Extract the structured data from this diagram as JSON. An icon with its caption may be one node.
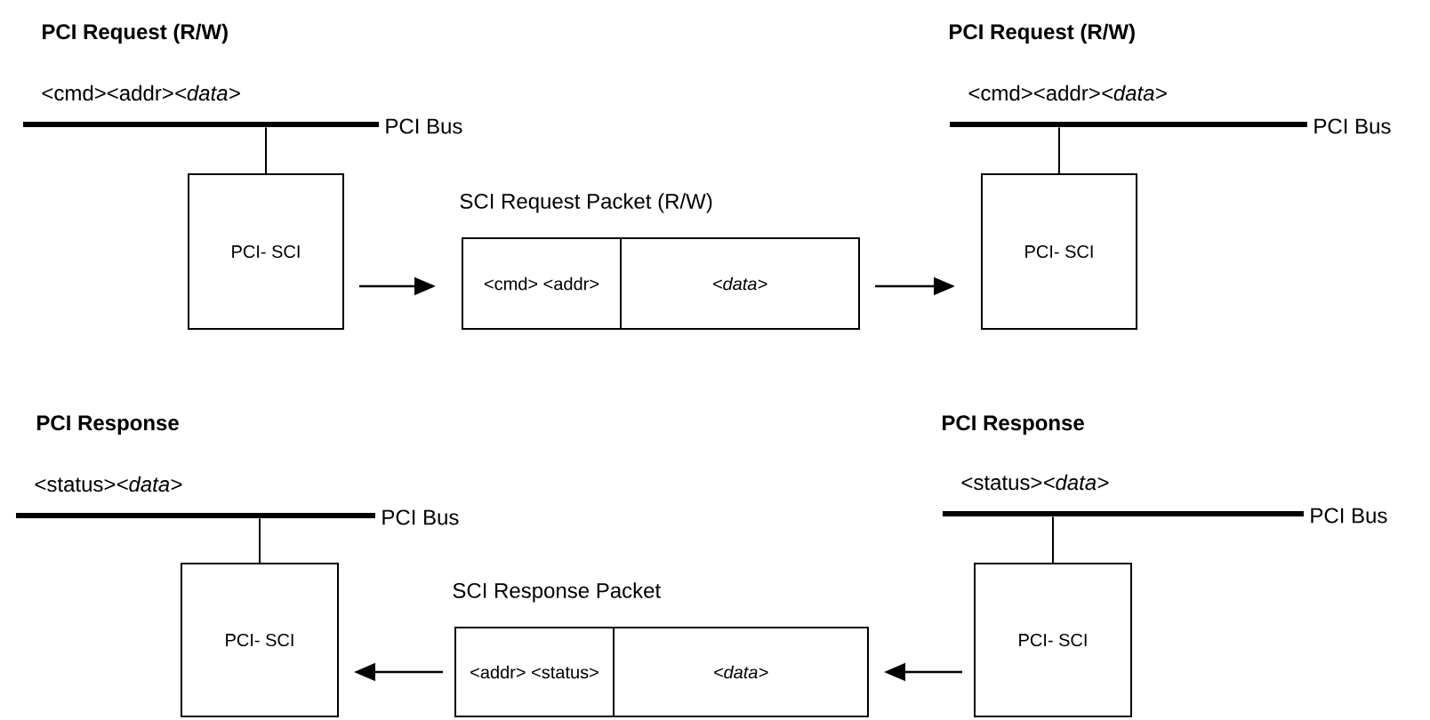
{
  "diagram": {
    "nodes": [
      {
        "text": [],
        "shape": "bar",
        "beside": [
          "<cmd><addr>*<data>*",
          "PCI Bus"
        ]
      },
      {
        "text": [
          "PCI- SCI"
        ]
      },
      {
        "text": [
          "SCI Request Packet (R/W)"
        ]
      },
      {
        "text": [
          "<cmd> <addr>"
        ],
        "in": 2
      },
      {
        "text": [
          "<data>"
        ],
        "in": 2
      },
      {
        "text": [],
        "shape": "bar",
        "beside": [
          "<cmd><addr>*<data>*",
          "PCI Bus"
        ]
      },
      {
        "text": [
          "PCI- SCI"
        ]
      },
      {
        "text": [],
        "shape": "bar",
        "beside": [
          "<status>*<data>*",
          "PCI Bus"
        ]
      },
      {
        "text": [
          "PCI- SCI"
        ]
      },
      {
        "text": [
          "SCI Response Packet"
        ]
      },
      {
        "text": [
          "<addr> <status>"
        ],
        "in": 9
      },
      {
        "text": [
          "<data>"
        ],
        "in": 9
      },
      {
        "text": [],
        "shape": "bar",
        "beside": [
          "<status>*<data>*",
          "PCI Bus"
        ]
      },
      {
        "text": [
          "PCI- SCI"
        ]
      }
    ],
    "edges": [
      {
        "from": 0,
        "to": 1,
        "arrow": "none"
      },
      {
        "from": 1,
        "to": 2,
        "arrow": "to"
      },
      {
        "from": 2,
        "to": 6,
        "arrow": "to"
      },
      {
        "from": 5,
        "to": 6,
        "arrow": "none"
      },
      {
        "from": 7,
        "to": 8,
        "arrow": "none"
      },
      {
        "from": 12,
        "to": 13,
        "arrow": "none"
      },
      {
        "from": 13,
        "to": 9,
        "arrow": "to"
      },
      {
        "from": 9,
        "to": 8,
        "arrow": "to"
      }
    ],
    "labels": [
      "PCI Request (R/W)",
      "PCI Request (R/W)",
      "PCI Response",
      "PCI Response"
    ]
  }
}
